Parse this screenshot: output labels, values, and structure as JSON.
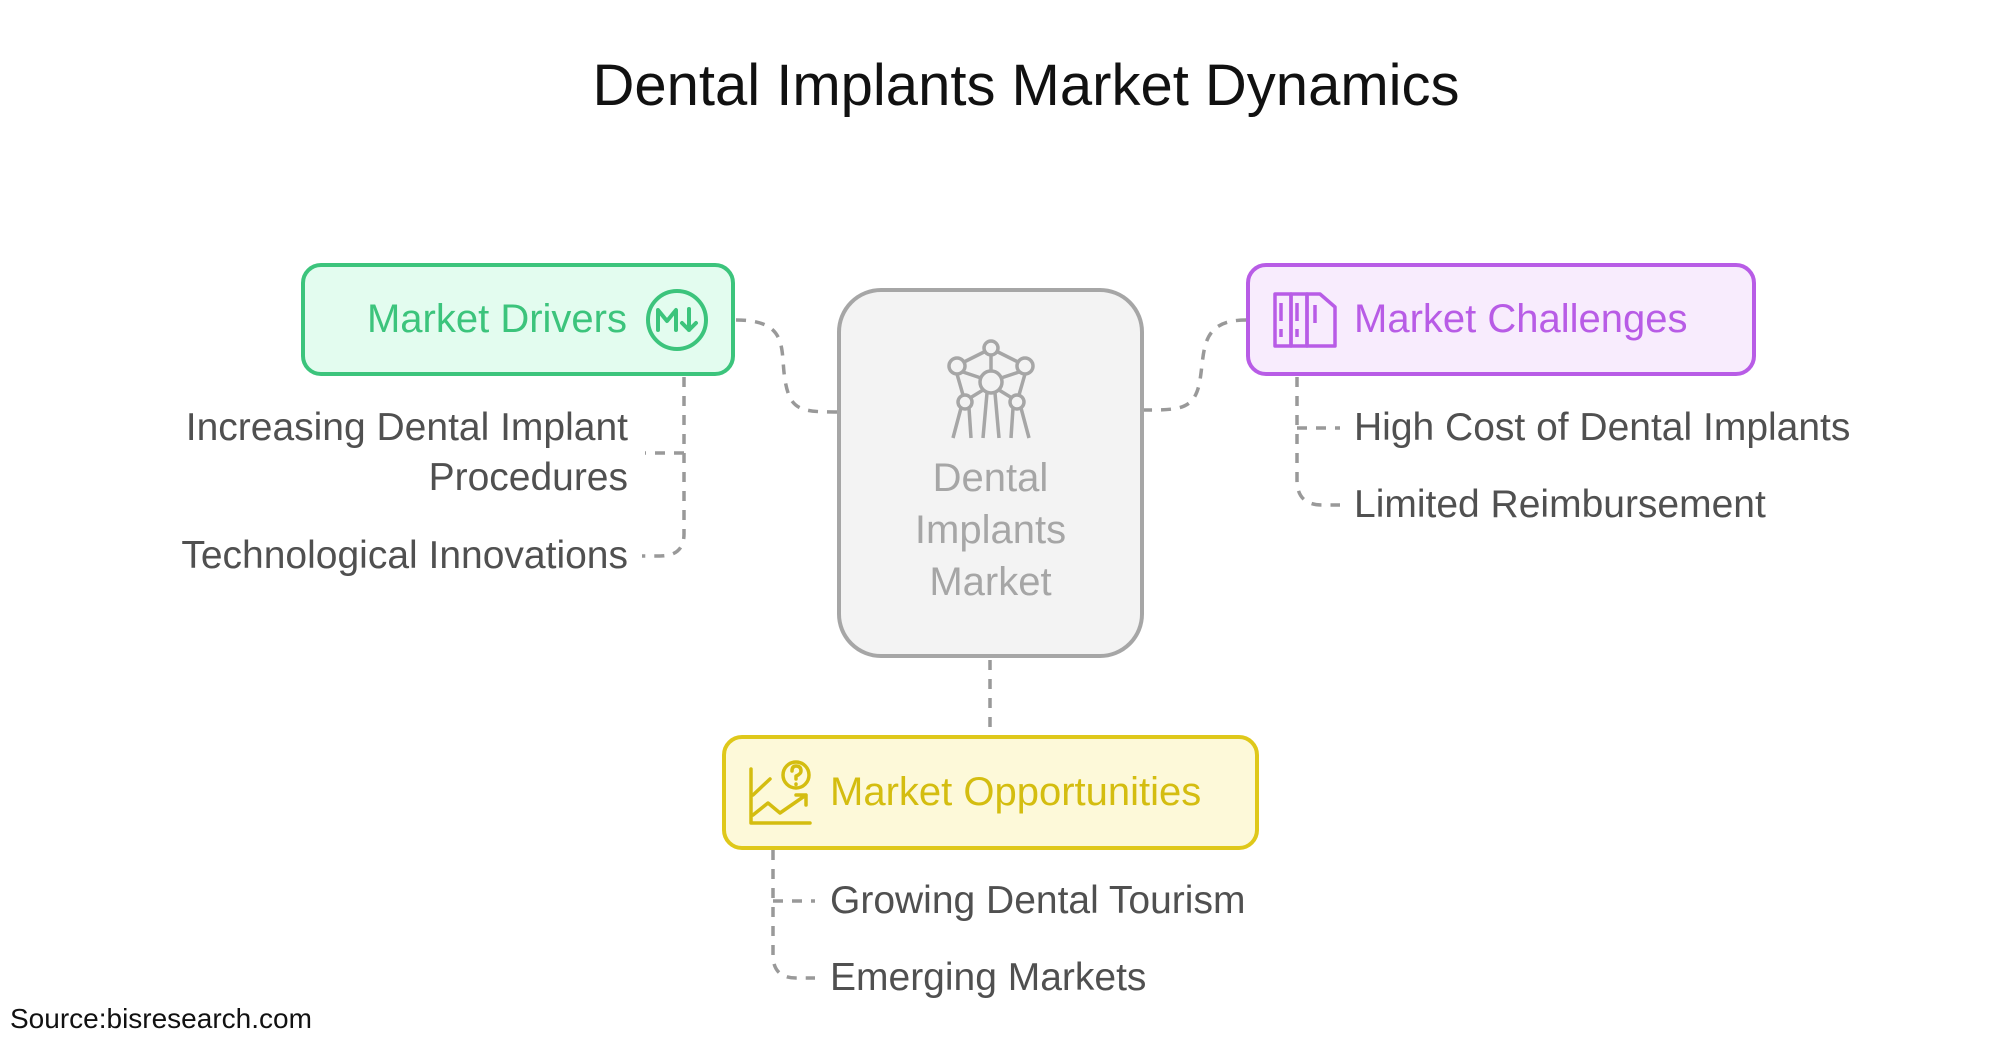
{
  "title": "Dental Implants Market Dynamics",
  "center": {
    "label_lines": [
      "Dental",
      "Implants",
      "Market"
    ],
    "icon": "atomium-icon"
  },
  "drivers": {
    "label": "Market Drivers",
    "icon": "markdown-down-icon",
    "color": "#3cc47c",
    "items": [
      "Increasing Dental Implant",
      "Procedures",
      "Technological Innovations"
    ]
  },
  "challenges": {
    "label": "Market Challenges",
    "icon": "books-icon",
    "color": "#b85ce6",
    "items": [
      "High Cost of Dental Implants",
      "Limited Reimbursement"
    ]
  },
  "opportunities": {
    "label": "Market Opportunities",
    "icon": "chart-question-icon",
    "color": "#dfc81a",
    "items": [
      "Growing Dental Tourism",
      "Emerging Markets"
    ]
  },
  "source": "Source:bisresearch.com"
}
